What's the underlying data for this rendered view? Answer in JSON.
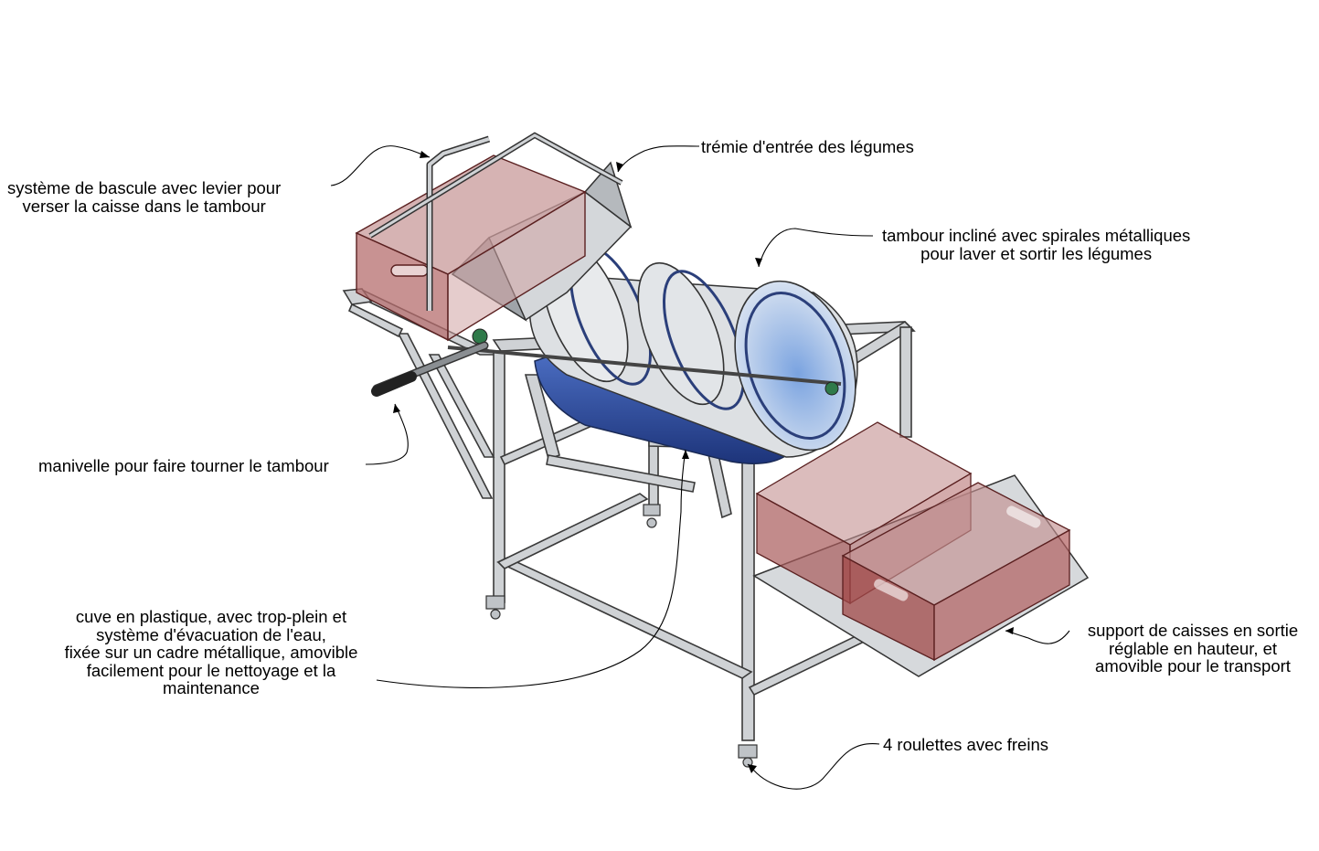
{
  "callouts": {
    "tilt_system": {
      "lines": [
        "système de bascule avec levier pour",
        "verser la caisse dans le tambour"
      ]
    },
    "hopper": {
      "lines": [
        "trémie d'entrée des légumes"
      ]
    },
    "drum": {
      "lines": [
        "tambour incliné avec spirales métalliques",
        "pour laver et sortir les légumes"
      ]
    },
    "crank": {
      "lines": [
        "manivelle pour faire tourner le tambour"
      ]
    },
    "tank": {
      "lines": [
        "cuve en plastique, avec trop-plein et",
        "système d'évacuation de l'eau,",
        "fixée sur un cadre métallique, amovible",
        "facilement pour le nettoyage et la",
        "maintenance"
      ]
    },
    "crate_support": {
      "lines": [
        "support de caisses en sortie",
        "réglable en hauteur, et",
        "amovible pour le transport"
      ]
    },
    "casters": {
      "lines": [
        "4 roulettes avec freins"
      ]
    }
  },
  "colors": {
    "frame": "#c9cccf",
    "frame_edge": "#3a3a3a",
    "crate": "#b98585",
    "crate_dark": "#8c3434",
    "drum": "#d7dadd",
    "tank": "#2e4f9c",
    "accent_green": "#2f7a4a"
  }
}
